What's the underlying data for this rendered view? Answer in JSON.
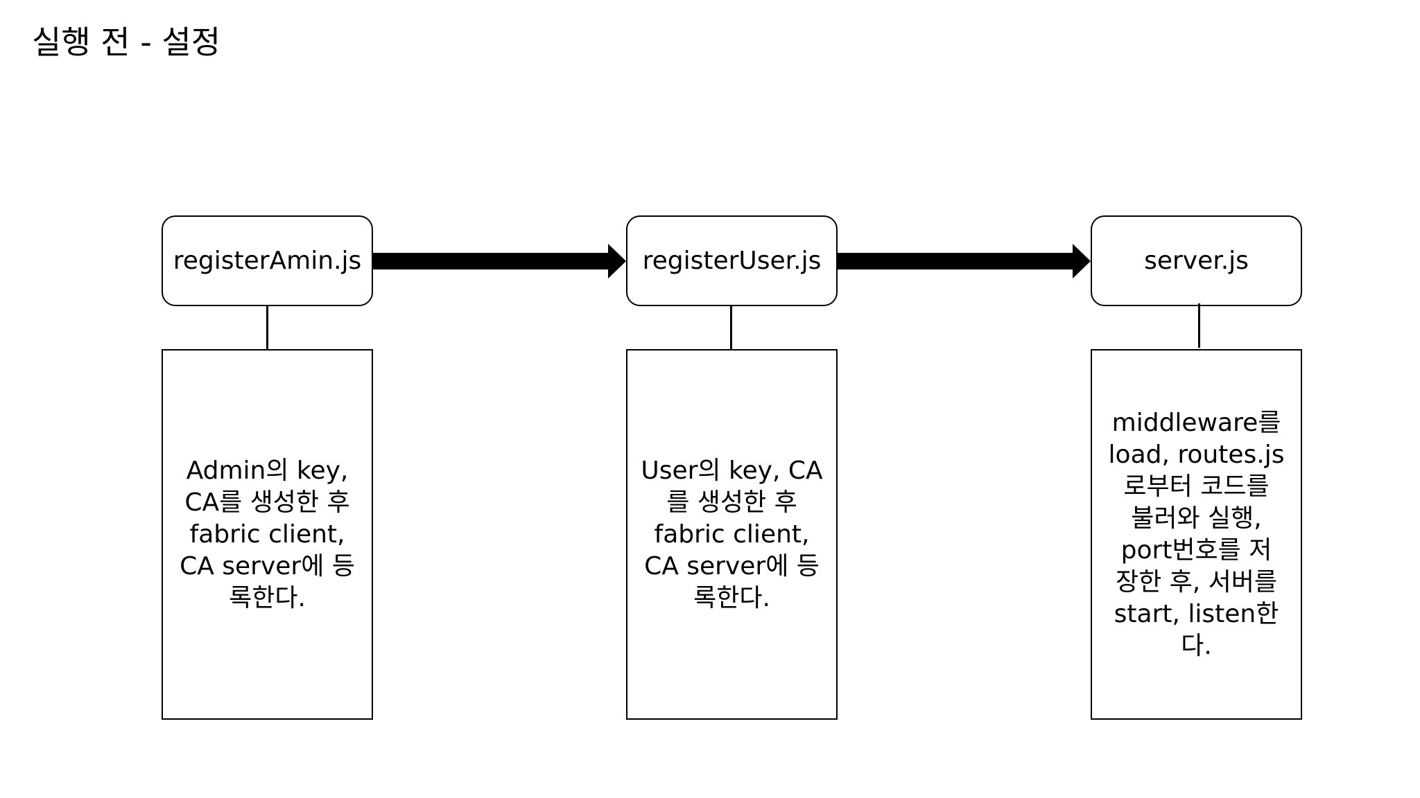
{
  "title": "실행 전 - 설정",
  "nodes": [
    {
      "label": "registerAmin.js",
      "description": "Admin의 key,\nCA를 생성한 후\nfabric client,\nCA server에 등\n록한다."
    },
    {
      "label": "registerUser.js",
      "description": "User의 key, CA\n를 생성한 후\nfabric client,\nCA server에 등\n록한다."
    },
    {
      "label": "server.js",
      "description": "middleware를\nload, routes.js\n로부터 코드를\n불러와 실행,\nport번호를 저\n장한 후, 서버를\nstart, listen한다."
    }
  ]
}
